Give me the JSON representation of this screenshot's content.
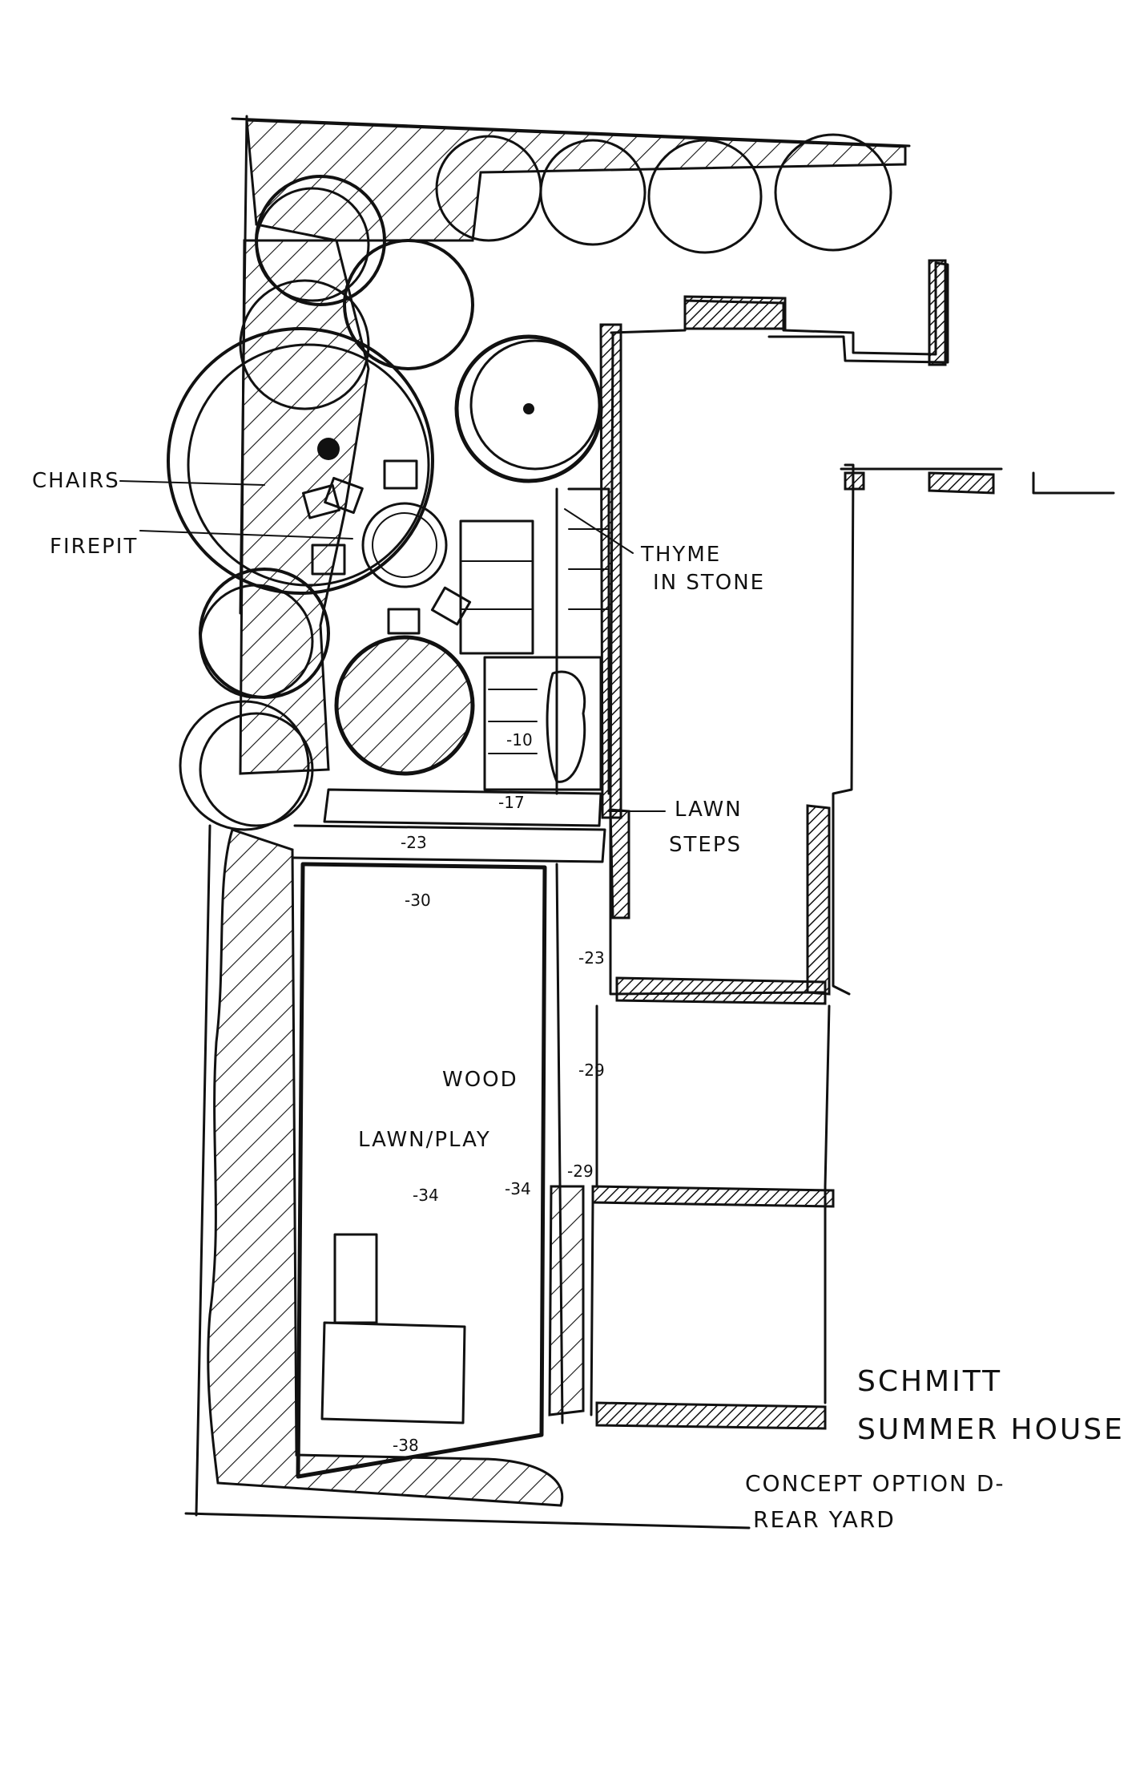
{
  "labels": {
    "chairs": "CHAIRS",
    "firepit": "FIREPIT",
    "thyme_line1": "THYME",
    "thyme_line2": "IN STONE",
    "lawn_line1": "LAWN",
    "lawn_line2": "STEPS",
    "play_line1": "WOOD",
    "play_line2": "LAWN/PLAY"
  },
  "elevations": {
    "e10": "-10",
    "e17": "-17",
    "e23": "-23",
    "e30": "-30",
    "e23b": "-23",
    "e29": "-29",
    "e29b": "-29",
    "e34": "-34",
    "e34b": "-34",
    "e38": "-38"
  },
  "title_block": {
    "line1": "SCHMITT",
    "line2": "SUMMER HOUSE",
    "line3": "CONCEPT OPTION D-",
    "line4": "REAR YARD"
  },
  "colors": {
    "ink": "#111111",
    "paper": "#ffffff"
  }
}
